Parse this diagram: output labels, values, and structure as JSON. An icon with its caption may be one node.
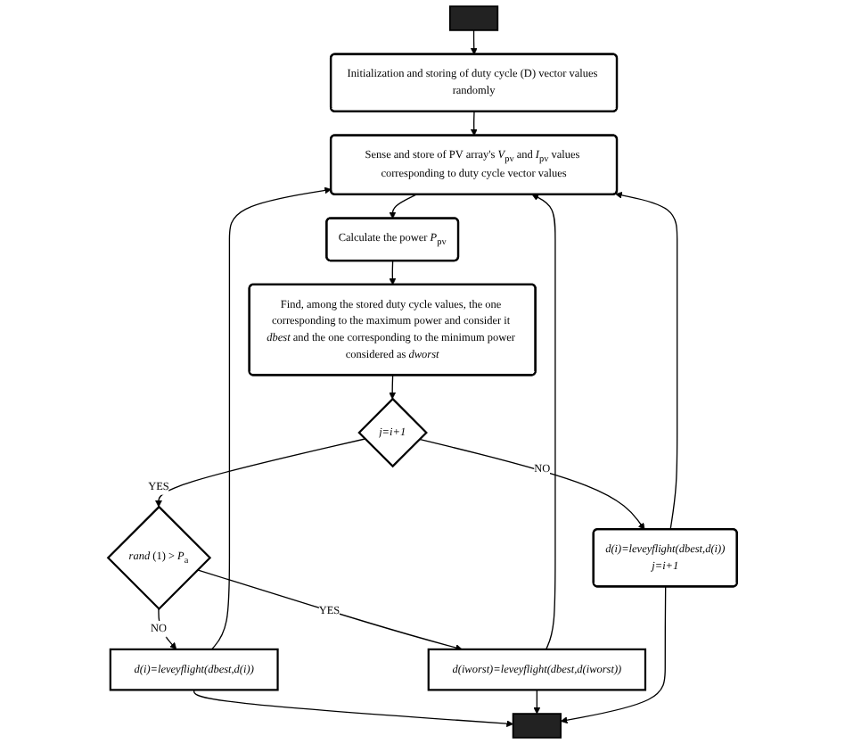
{
  "diagram": {
    "nodes": [
      {
        "text": [],
        "shape": "box"
      },
      {
        "text": [
          "Initialization and storing of duty cycle (D) vector values randomly"
        ]
      },
      {
        "text": [
          "Sense and store of PV array's *V*$_{pv}$ and *I*$_{pv}$ values corresponding to duty cycle vector values"
        ]
      },
      {
        "text": [
          "Calculate the power *P*$_{pv}$"
        ]
      },
      {
        "text": [
          "Find, among the stored duty cycle values, the one corresponding to the maximum power and consider it *dbest* and the one corresponding to the minimum power considered as *dworst*"
        ]
      },
      {
        "text": [
          "j=i+1"
        ]
      },
      {
        "text": [
          "*rand* (1) > *P*$_{a}$"
        ]
      },
      {
        "text": [
          "d(i)=leveyflight(dbest,d(i))",
          "j=i+1"
        ]
      },
      {
        "text": [
          "d(i)=leveyflight(dbest,d(i))"
        ]
      },
      {
        "text": [
          "d(iworst)=leveyflight(dbest,d(iworst))"
        ]
      },
      {
        "text": [],
        "shape": "box"
      }
    ],
    "edges": [
      {
        "from": 0,
        "to": 1,
        "arrow": "to"
      },
      {
        "from": 1,
        "to": 2,
        "arrow": "to"
      },
      {
        "from": 2,
        "to": 3,
        "arrow": "to"
      },
      {
        "from": 3,
        "to": 4,
        "arrow": "to"
      },
      {
        "from": 4,
        "to": 5,
        "arrow": "to"
      },
      {
        "from": 5,
        "to": 6,
        "arrow": "to",
        "label": "YES"
      },
      {
        "from": 5,
        "to": 7,
        "arrow": "to",
        "label": "NO"
      },
      {
        "from": 6,
        "to": 8,
        "arrow": "to",
        "label": "NO"
      },
      {
        "from": 6,
        "to": 9,
        "arrow": "to",
        "label": "YES"
      },
      {
        "from": 8,
        "to": 10,
        "arrow": "to"
      },
      {
        "from": 9,
        "to": 10,
        "arrow": "to"
      },
      {
        "from": 7,
        "to": 10,
        "arrow": "to"
      },
      {
        "from": 8,
        "to": 2,
        "arrow": "to"
      },
      {
        "from": 9,
        "to": 2,
        "arrow": "to"
      },
      {
        "from": 7,
        "to": 2,
        "arrow": "to"
      }
    ]
  }
}
